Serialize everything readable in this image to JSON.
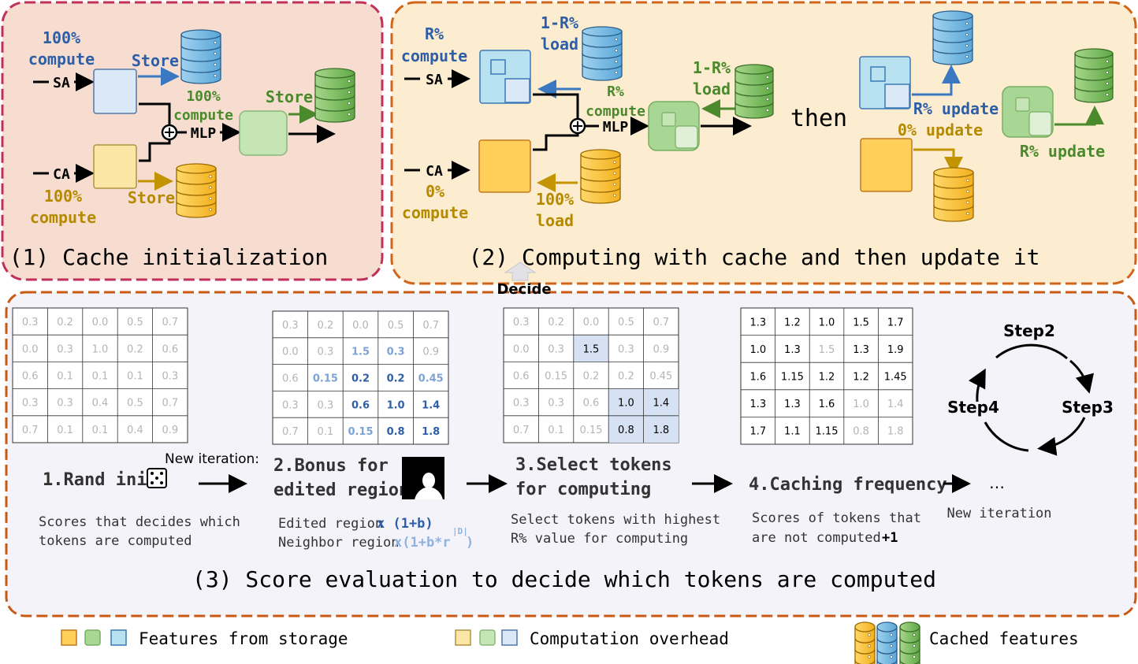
{
  "panel1": {
    "title": "(1) Cache initialization",
    "sa_compute": [
      "100%",
      "compute"
    ],
    "sa_label": "SA",
    "ca_label": "CA",
    "ca_compute": [
      "100%",
      "compute"
    ],
    "store_top": "Store",
    "store_bottom": "Store",
    "store_mlp": "Store",
    "mlp_compute": [
      "100%",
      "compute"
    ],
    "mlp_label": "MLP"
  },
  "panel2": {
    "title": "(2) Computing with cache and then update it",
    "sa_compute": [
      "R%",
      "compute"
    ],
    "sa_label": "SA",
    "ca_label": "CA",
    "ca_compute": [
      "0%",
      "compute"
    ],
    "sa_load": [
      "1-R%",
      "load"
    ],
    "mlp_compute": [
      "R%",
      "compute"
    ],
    "mlp_load": [
      "1-R%",
      "load"
    ],
    "ca_load": [
      "100%",
      "load"
    ],
    "mlp_label": "MLP",
    "then": "then",
    "sa_update": "R% update",
    "ca_update": "0% update",
    "mlp_update": "R% update"
  },
  "decide": "Decide",
  "panel3": {
    "title": "(3) Score evaluation to decide which tokens are computed",
    "grid1": [
      [
        "0.3",
        "0.2",
        "0.0",
        "0.5",
        "0.7"
      ],
      [
        "0.0",
        "0.3",
        "1.0",
        "0.2",
        "0.6"
      ],
      [
        "0.6",
        "0.1",
        "0.1",
        "0.1",
        "0.3"
      ],
      [
        "0.3",
        "0.3",
        "0.4",
        "0.5",
        "0.7"
      ],
      [
        "0.7",
        "0.1",
        "0.1",
        "0.4",
        "0.9"
      ]
    ],
    "grid2": [
      [
        "0.3",
        "0.2",
        "0.0",
        "0.5",
        "0.7"
      ],
      [
        "0.0",
        "0.3",
        "1.5",
        "0.3",
        "0.9"
      ],
      [
        "0.6",
        "0.15",
        "0.2",
        "0.2",
        "0.45"
      ],
      [
        "0.3",
        "0.3",
        "0.6",
        "1.0",
        "1.4"
      ],
      [
        "0.7",
        "0.1",
        "0.15",
        "0.8",
        "1.8"
      ]
    ],
    "grid3": [
      [
        "0.3",
        "0.2",
        "0.0",
        "0.5",
        "0.7"
      ],
      [
        "0.0",
        "0.3",
        "1.5",
        "0.3",
        "0.9"
      ],
      [
        "0.6",
        "0.15",
        "0.2",
        "0.2",
        "0.45"
      ],
      [
        "0.3",
        "0.3",
        "0.6",
        "1.0",
        "1.4"
      ],
      [
        "0.7",
        "0.1",
        "0.15",
        "0.8",
        "1.8"
      ]
    ],
    "grid4": [
      [
        "1.3",
        "1.2",
        "1.0",
        "1.5",
        "1.7"
      ],
      [
        "1.0",
        "1.3",
        "1.5",
        "1.3",
        "1.9"
      ],
      [
        "1.6",
        "1.15",
        "1.2",
        "1.2",
        "1.45"
      ],
      [
        "1.3",
        "1.3",
        "1.6",
        "1.0",
        "1.4"
      ],
      [
        "1.7",
        "1.1",
        "1.15",
        "0.8",
        "1.8"
      ]
    ],
    "step1_title": "1.Rand init",
    "step1_desc": [
      "Scores that decides which",
      "tokens are computed"
    ],
    "new_iteration_top": "New iteration:",
    "step2_title": [
      "2.Bonus for",
      "edited region"
    ],
    "step2_desc_edited": "Edited region",
    "step2_formula_edited": "x (1+b)",
    "step2_desc_neighbor": "Neighbor region",
    "step2_formula_neighbor": "x(1+b*r",
    "step2_exponent": "|D|",
    "step2_close": ")",
    "step3_title": [
      "3.Select tokens",
      "for computing"
    ],
    "step3_desc": [
      "Select tokens with highest",
      "R% value for computing"
    ],
    "step4_title": "4.Caching frequency",
    "step4_desc": [
      "Scores of tokens that",
      "are not computed"
    ],
    "step4_plus": "+1",
    "ellipsis": "…",
    "new_iteration": "New iteration",
    "cycle": [
      "Step2",
      "Step3",
      "Step4"
    ]
  },
  "legend": {
    "storage": "Features from storage",
    "overhead": "Computation overhead",
    "cached": "Cached features"
  },
  "colors": {
    "blue": "#2e5fa6",
    "green": "#4a8a2c",
    "gold": "#b58a00",
    "panel1_bg": "#f7ddd0",
    "panel1_border": "#c0305a",
    "panel2_bg": "#fcecd0",
    "panel2_border": "#d0661a",
    "panel3_bg": "#f5f3fa",
    "panel3_border": "#c85a14"
  }
}
